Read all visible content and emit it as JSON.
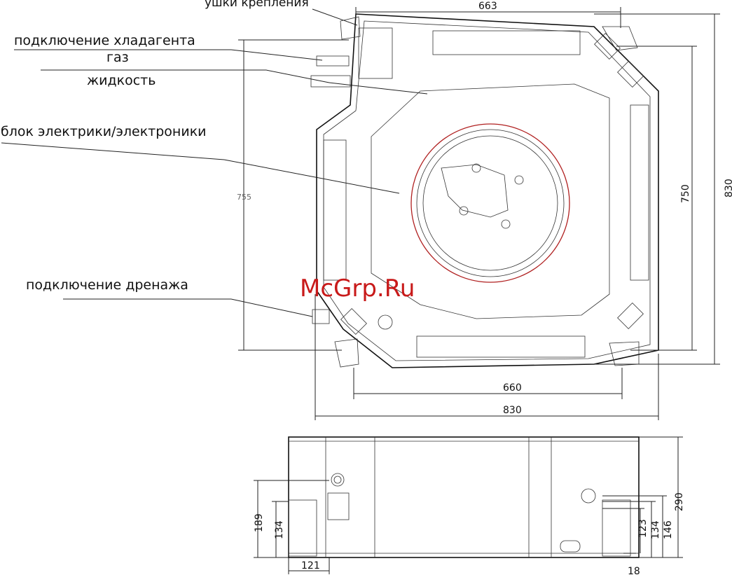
{
  "labels": {
    "hooks": "ушки крепления",
    "refrigerant": "подключение хладагента",
    "gas": "газ",
    "liquid": "жидкость",
    "electrics": "блок электрики/электроники",
    "drain": "подключение дренажа"
  },
  "dimensions": {
    "top_width": "663",
    "inner_width": "660",
    "outer_width": "830",
    "left_height": "755",
    "right_inner_height": "750",
    "right_outer_height": "830",
    "side_height": "290",
    "side_189": "189",
    "side_134_left": "134",
    "side_121": "121",
    "side_146": "146",
    "side_134_right": "134",
    "side_123": "123",
    "side_18": "18"
  },
  "watermark": "McGrp.Ru",
  "colors": {
    "line": "#222222",
    "watermark": "#c81a1a",
    "fan_ring": "#b02020"
  }
}
